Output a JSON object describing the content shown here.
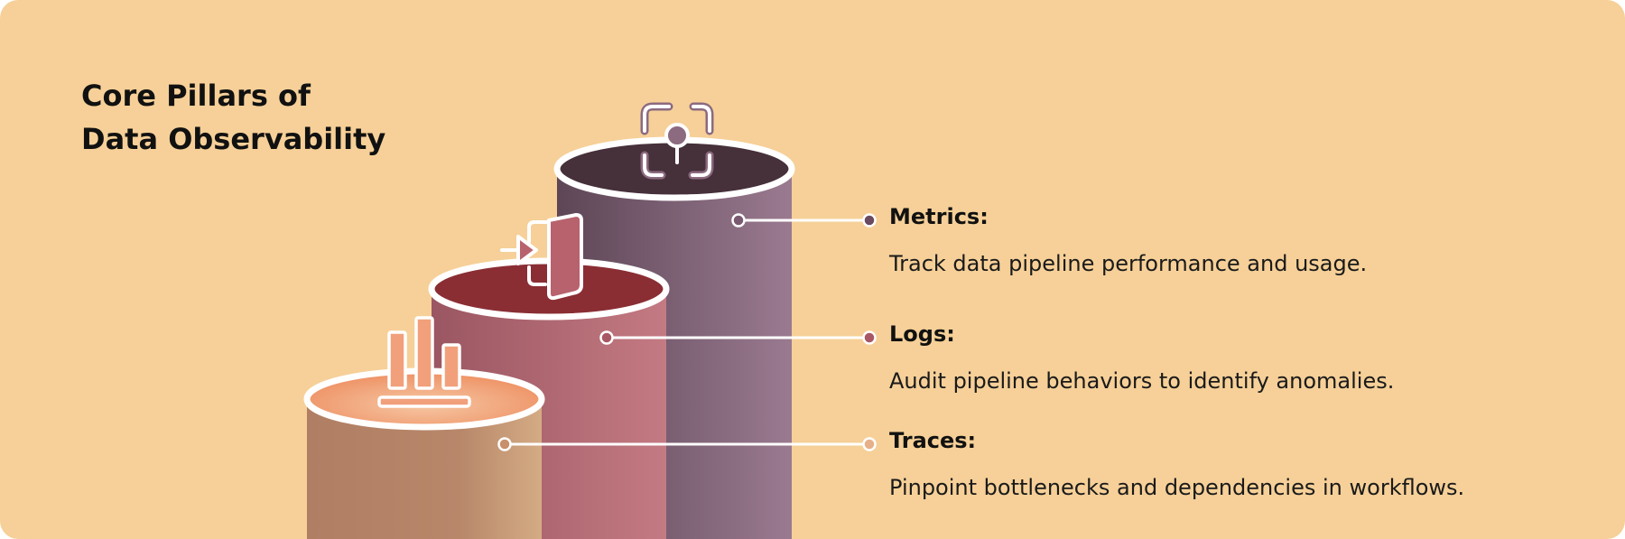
{
  "title": {
    "line1": "Core Pillars of",
    "line2": "Data Observability"
  },
  "pillars": [
    {
      "label": "Metrics:",
      "description": "Track data pipeline performance and usage.",
      "icon": "focus-pin-icon",
      "color": "#7a5a70"
    },
    {
      "label": "Logs:",
      "description": "Audit pipeline behaviors to identify anomalies.",
      "icon": "login-door-icon",
      "color": "#a85864"
    },
    {
      "label": "Traces:",
      "description": "Pinpoint bottlenecks and dependencies in workflows.",
      "icon": "bar-chart-icon",
      "color": "#b98262"
    }
  ],
  "colors": {
    "background": "#f6d098",
    "ring": "#ffffff",
    "metrics_top": "#46303a",
    "logs_top": "#8a2e34",
    "traces_top": "#f2a07c"
  }
}
